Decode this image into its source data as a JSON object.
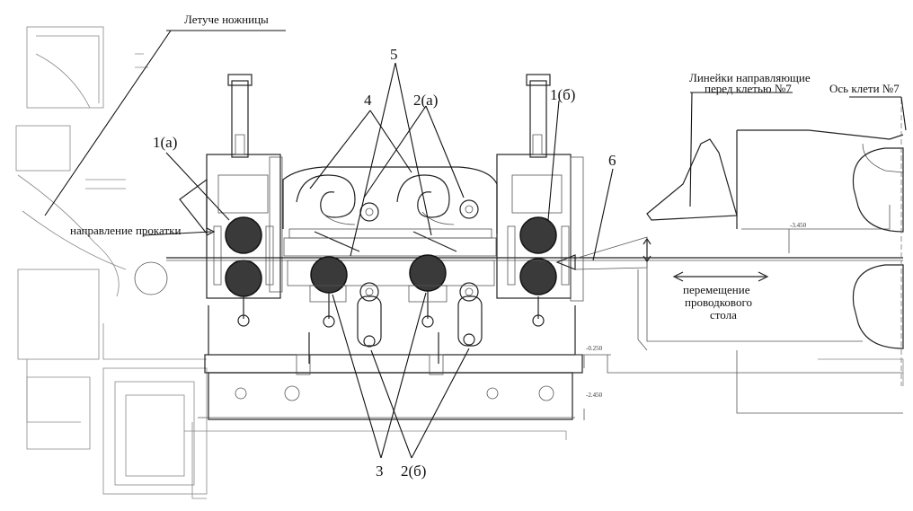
{
  "labels": {
    "flying_shears": "Летуче ножницы",
    "rolling_direction": "направление прокатки",
    "guide_rulers_line1": "Линейки направляющие",
    "guide_rulers_line2": "перед клетью №7",
    "stand_axis": "Ось клети №7",
    "table_move_line1": "перемещение",
    "table_move_line2": "проводкового",
    "table_move_line3": "стола"
  },
  "callouts": {
    "c1a": "1(а)",
    "c1b": "1(б)",
    "c2a": "2(а)",
    "c2b": "2(б)",
    "c3": "3",
    "c4": "4",
    "c5": "5",
    "c6": "6"
  },
  "elevations": {
    "e1": "-3.450",
    "e2": "-0.250",
    "e3": "-2.450"
  }
}
